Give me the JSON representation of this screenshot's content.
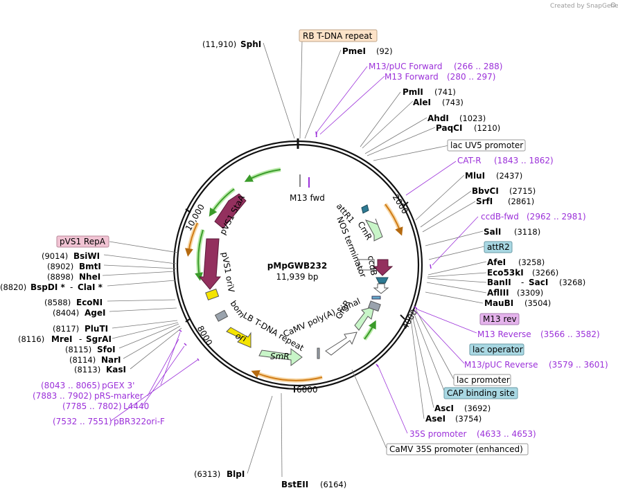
{
  "watermark": "Created by SnapGene",
  "plasmid": {
    "name": "pMpGWB232",
    "length": "11,939 bp"
  },
  "ruler": [
    "2000",
    "4000",
    "6000",
    "8000",
    "10,000"
  ],
  "enzymes": {
    "sphI": {
      "name": "SphI",
      "pos": "(11,910)"
    },
    "pmeI": {
      "name": "PmeI",
      "pos": "(92)"
    },
    "pmlI": {
      "name": "PmlI",
      "pos": "(741)"
    },
    "aleI": {
      "name": "AleI",
      "pos": "(743)"
    },
    "ahdI": {
      "name": "AhdI",
      "pos": "(1023)"
    },
    "paqCI": {
      "name": "PaqCI",
      "pos": "(1210)"
    },
    "mluI": {
      "name": "MluI",
      "pos": "(2437)"
    },
    "bbvCI": {
      "name": "BbvCI",
      "pos": "(2715)"
    },
    "srfI": {
      "name": "SrfI",
      "pos": "(2861)"
    },
    "salI": {
      "name": "SalI",
      "pos": "(3118)"
    },
    "afeI": {
      "name": "AfeI",
      "pos": "(3258)"
    },
    "eco53kI": {
      "name": "Eco53kI",
      "pos": "(3266)"
    },
    "banII": {
      "name": "BanII",
      "sep": "-",
      "name2": "SacI",
      "pos": "(3268)"
    },
    "aflIII": {
      "name": "AflIII",
      "pos": "(3309)"
    },
    "mauBI": {
      "name": "MauBI",
      "pos": "(3504)"
    },
    "ascI": {
      "name": "AscI",
      "pos": "(3692)"
    },
    "aseI": {
      "name": "AseI",
      "pos": "(3754)"
    },
    "bstEII": {
      "name": "BstEII",
      "pos": "(6164)"
    },
    "blpI": {
      "name": "BlpI",
      "pos": "(6313)"
    },
    "kasI": {
      "name": "KasI",
      "pos": "(8113)"
    },
    "narI": {
      "name": "NarI",
      "pos": "(8114)"
    },
    "sfoI": {
      "name": "SfoI",
      "pos": "(8115)"
    },
    "mreI": {
      "name": "MreI",
      "sep": "-",
      "name2": "SgrAI",
      "pos": "(8116)"
    },
    "pluTI": {
      "name": "PluTI",
      "pos": "(8117)"
    },
    "ageI": {
      "name": "AgeI",
      "pos": "(8404)"
    },
    "ecoNI": {
      "name": "EcoNI",
      "pos": "(8588)"
    },
    "bspDI": {
      "name": "BspDI *",
      "sep": "-",
      "name2": "ClaI *",
      "pos": "(8820)"
    },
    "nheI": {
      "name": "NheI",
      "pos": "(8898)"
    },
    "bmtI": {
      "name": "BmtI",
      "pos": "(8902)"
    },
    "bsiWI": {
      "name": "BsiWI",
      "pos": "(9014)"
    }
  },
  "primers": {
    "m13pucFwd": {
      "name": "M13/pUC Forward",
      "range": "(266 .. 288)"
    },
    "m13Fwd": {
      "name": "M13 Forward",
      "range": "(280 .. 297)"
    },
    "catR": {
      "name": "CAT-R",
      "range": "(1843 .. 1862)"
    },
    "ccdbFwd": {
      "name": "ccdB-fwd",
      "range": "(2962 .. 2981)"
    },
    "m13Rev": {
      "name": "M13 Reverse",
      "range": "(3566 .. 3582)"
    },
    "m13pucRev": {
      "name": "M13/pUC Reverse",
      "range": "(3579 .. 3601)"
    },
    "p35s": {
      "name": "35S promoter",
      "range": "(4633 .. 4653)"
    },
    "pgex3": {
      "name": "pGEX 3'",
      "range": "(8043 .. 8065)"
    },
    "prsMarker": {
      "name": "pRS-marker",
      "range": "(7883 .. 7902)"
    },
    "l4440": {
      "name": "L4440",
      "range": "(7785 .. 7802)"
    },
    "pbr322": {
      "name": "pBR322ori-F",
      "range": "(7532 .. 7551)"
    }
  },
  "features_boxed": {
    "rb": "RB T-DNA repeat",
    "lacUV5": "lac UV5 promoter",
    "attR2": "attR2",
    "m13rev": "M13 rev",
    "lacOperator": "lac operator",
    "lacPromoter": "lac promoter",
    "cap": "CAP binding site",
    "camv35s": "CaMV 35S promoter (enhanced)",
    "pvs1RepA": "pVS1 RepA"
  },
  "features_inner": {
    "m13fwd": "M13 fwd",
    "attR1": "attR1",
    "cmR": "CmR",
    "nos": "NOS terminator",
    "ccdB": "ccdB",
    "gmR": "GmR",
    "camvPolyA": "CaMV poly(A) signal",
    "lbRepeat": "LB T-DNA repeat",
    "smR": "SmR",
    "ori": "ori",
    "bom": "bom",
    "pvs1OriV": "pVS1 oriV",
    "pvs1StaA": "pVS1 StaA"
  },
  "colors": {
    "primer": "#9b30d9",
    "rbBox": "#fde3c8",
    "repABox": "#f1c3d3",
    "tealBox": "#a9d8e3",
    "m13revBox": "#e5b3ec",
    "maroon": "#93305e",
    "green": "#c8f5c8",
    "orange": "#f0a030",
    "yellow": "#f5e400"
  }
}
